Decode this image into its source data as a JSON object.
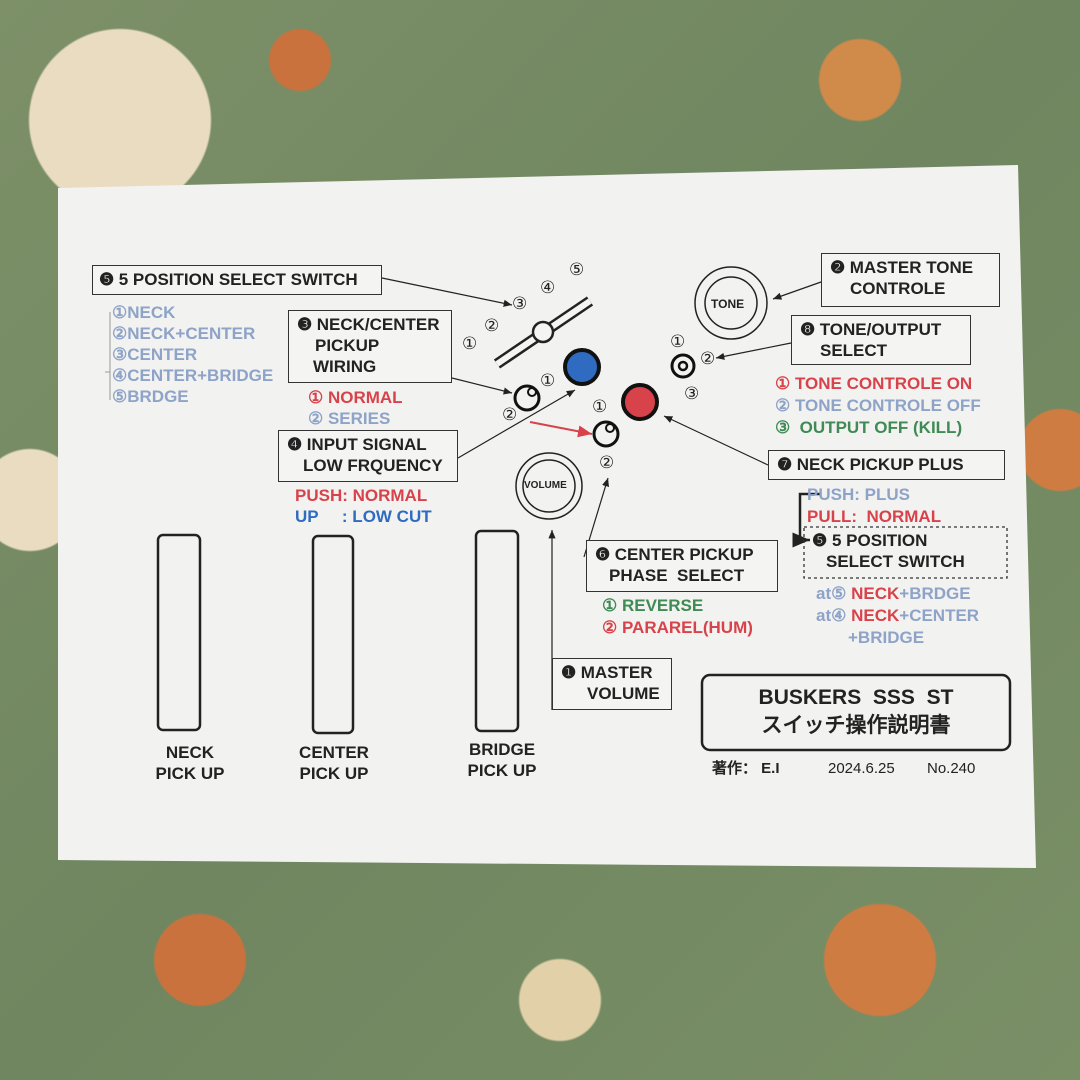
{
  "switch5_box": {
    "num": "❺",
    "label": "5 POSITION SELECT SWITCH"
  },
  "switch5_list": [
    "①NECK",
    "②NECK+CENTER",
    "③CENTER",
    "④CENTER+BRIDGE",
    "⑤BRDGE"
  ],
  "wiring_box": {
    "num": "❸",
    "lines": [
      "NECK/CENTER",
      "PICKUP",
      "WIRING"
    ]
  },
  "wiring_opts": [
    "① NORMAL",
    "② SERIES"
  ],
  "input_box": {
    "num": "❹",
    "lines": [
      "INPUT SIGNAL",
      "LOW FRQUENCY"
    ]
  },
  "input_opts": [
    "PUSH: NORMAL",
    "UP     : LOW CUT"
  ],
  "pickups": [
    {
      "l1": "NECK",
      "l2": "PICK UP"
    },
    {
      "l1": "CENTER",
      "l2": "PICK UP"
    },
    {
      "l1": "BRIDGE",
      "l2": "PICK UP"
    }
  ],
  "knobs": {
    "volume": "VOLUME",
    "tone": "TONE"
  },
  "pos_nums": [
    "①",
    "②",
    "③",
    "④",
    "⑤"
  ],
  "tone_box": {
    "num": "❷",
    "lines": [
      "MASTER TONE",
      "CONTROLE"
    ]
  },
  "toneout_box": {
    "num": "❽",
    "lines": [
      "TONE/OUTPUT",
      "SELECT"
    ]
  },
  "toneout_opts": [
    "① TONE CONTROLE ON",
    "② TONE CONTROLE OFF",
    "③  OUTPUT OFF (KILL)"
  ],
  "neckplus_box": {
    "num": "❼",
    "label": "NECK PICKUP PLUS"
  },
  "neckplus_opts": [
    "PUSH: PLUS",
    "PULL:  NORMAL"
  ],
  "dashed_box": {
    "num": "❺",
    "lines": [
      "5 POSITION",
      "SELECT SWITCH"
    ]
  },
  "at_opts": [
    {
      "at": "at⑤",
      "a": "NECK",
      "b": "+BRDGE"
    },
    {
      "at": "at④",
      "a": "NECK",
      "b": "+CENTER"
    }
  ],
  "at_extra": "+BRIDGE",
  "phase_box": {
    "num": "❻",
    "lines": [
      "CENTER PICKUP",
      "PHASE  SELECT"
    ]
  },
  "phase_opts": [
    "① REVERSE",
    "② PARAREL(HUM)"
  ],
  "volume_box": {
    "num": "❶",
    "lines": [
      "MASTER",
      "VOLUME"
    ]
  },
  "title": {
    "l1": "BUSKERS  SSS  ST",
    "l2": "スイッチ操作説明書"
  },
  "footer": {
    "author": "著作： E.I",
    "date": "2024.6.25",
    "no": "No.240"
  },
  "colors": {
    "red": "#d8434b",
    "light_blue": "#8ea3c8",
    "green": "#3f8a55",
    "blue": "#2f6bc0"
  }
}
